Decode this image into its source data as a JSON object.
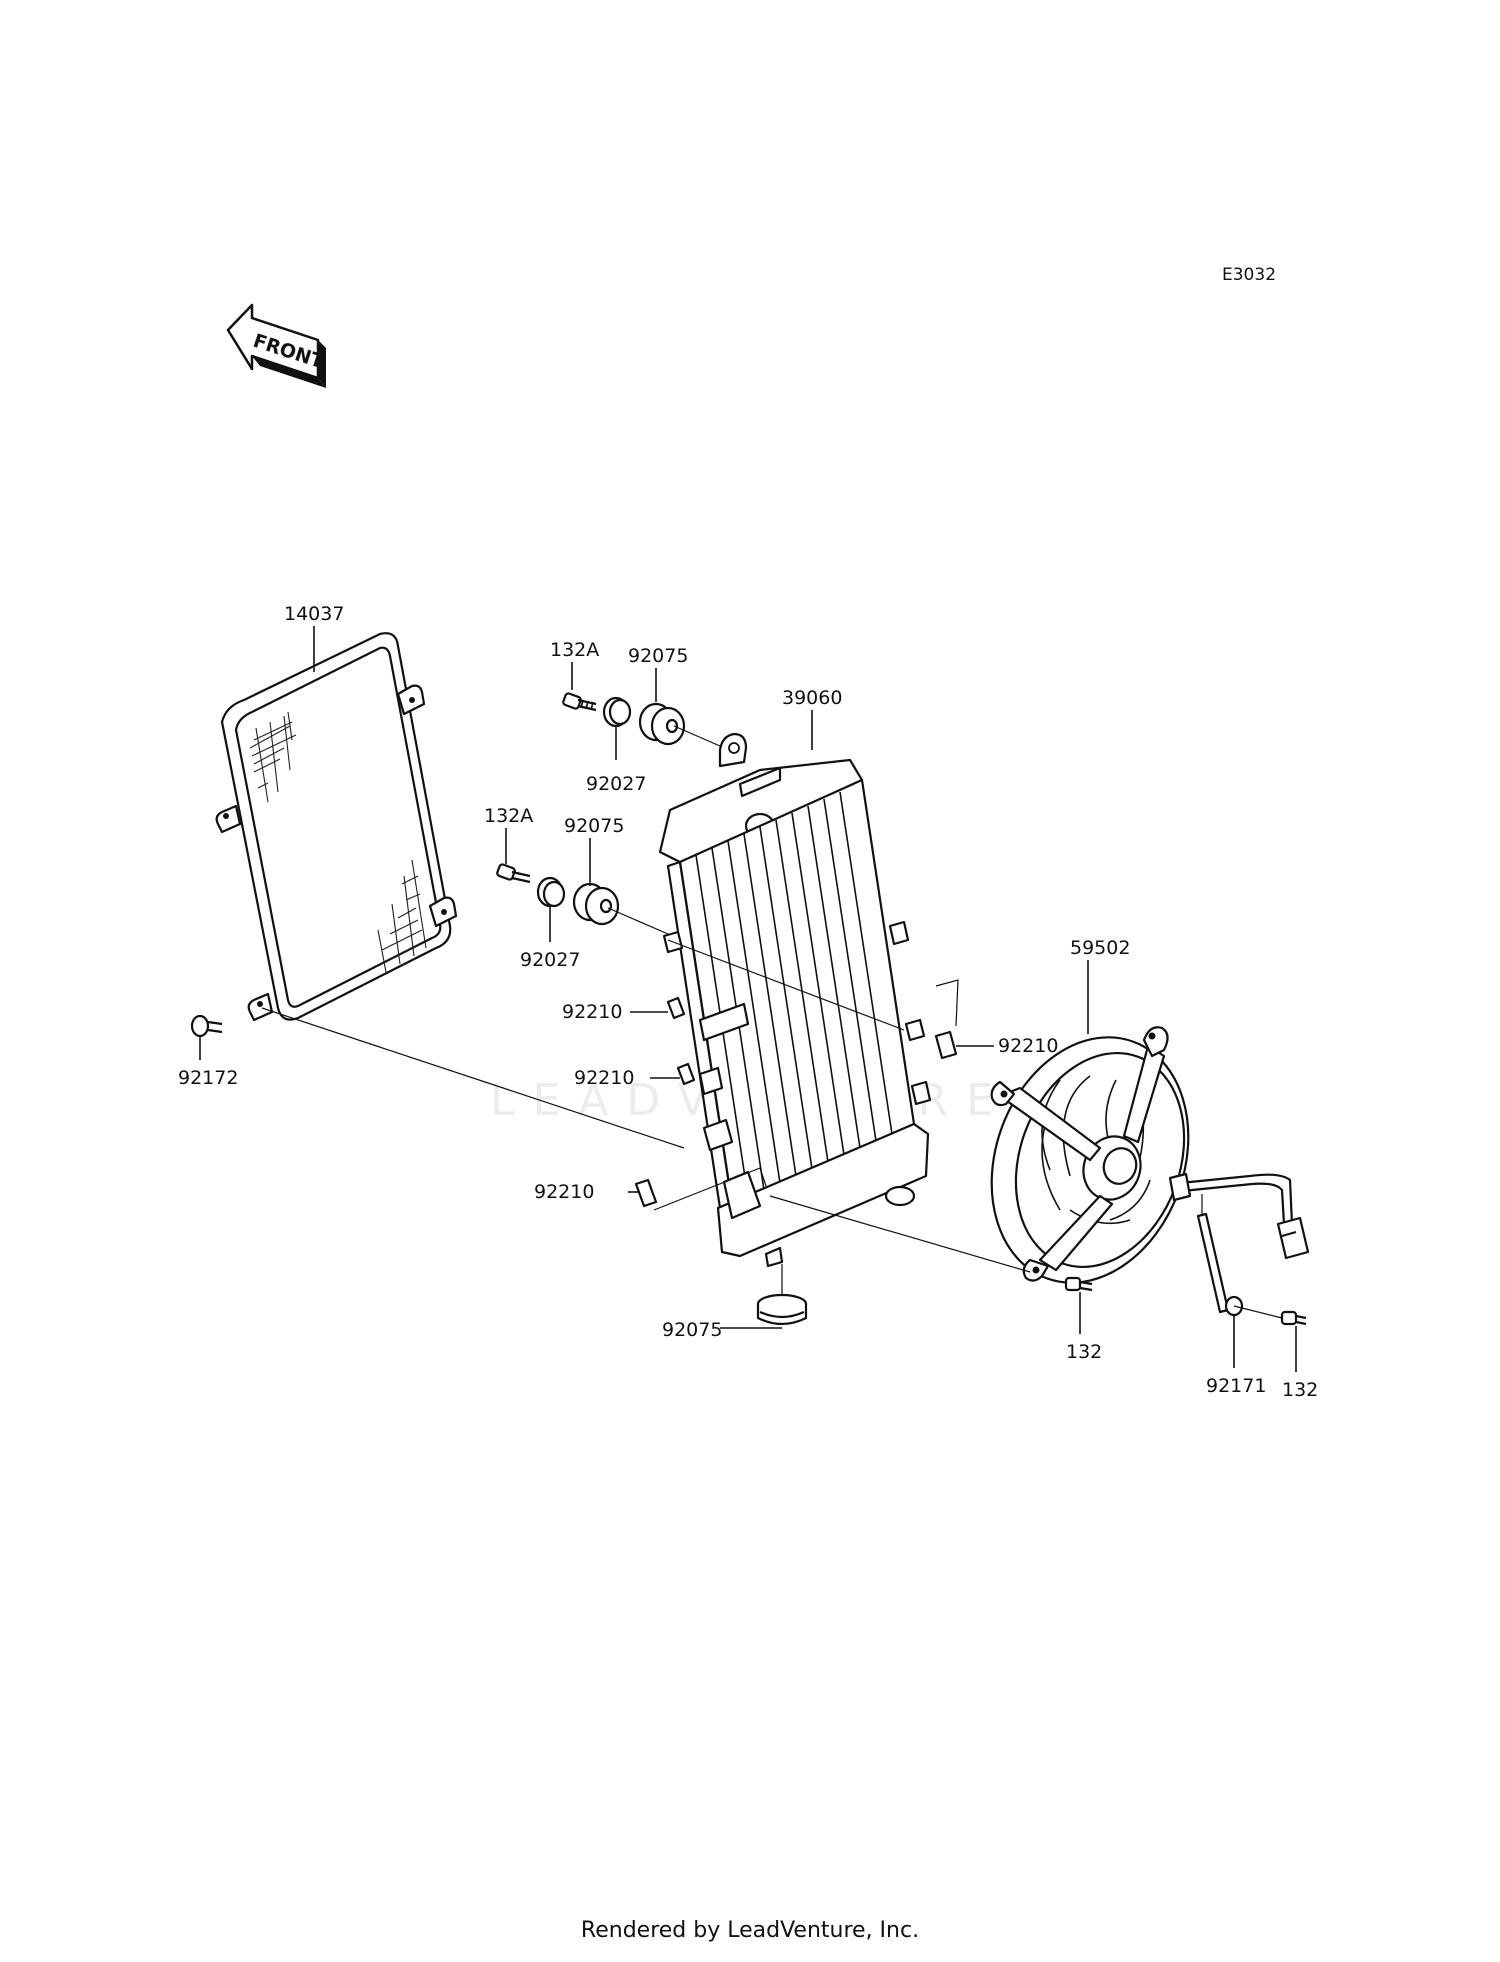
{
  "diagram_code": "E3032",
  "front_label": "FRONT",
  "watermark": "LEADVENTURE",
  "footer": "Rendered by LeadVenture, Inc.",
  "parts": {
    "p14037": "14037",
    "p132A_1": "132A",
    "p92075_1": "92075",
    "p92027_1": "92027",
    "p39060": "39060",
    "p132A_2": "132A",
    "p92075_2": "92075",
    "p92027_2": "92027",
    "p92210_1": "92210",
    "p92210_2": "92210",
    "p92210_3": "92210",
    "p92210_4": "92210",
    "p59502": "59502",
    "p92172": "92172",
    "p92075_3": "92075",
    "p132_1": "132",
    "p92171": "92171",
    "p132_2": "132"
  }
}
